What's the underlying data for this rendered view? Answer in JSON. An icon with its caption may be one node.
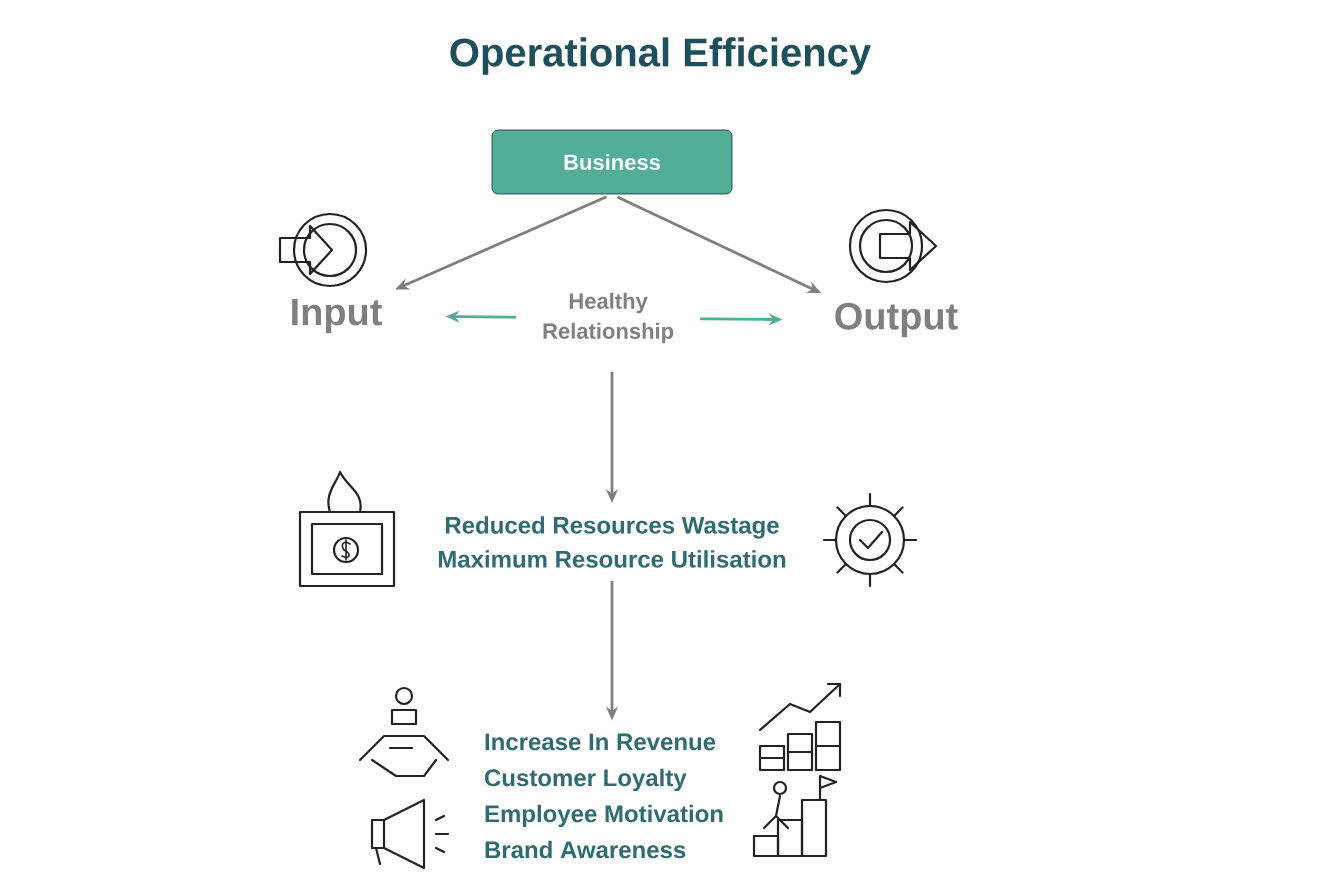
{
  "diagram": {
    "title": "Operational Efficiency",
    "nodes": [
      {
        "text": [
          "Business"
        ]
      },
      {
        "text": [
          "Input"
        ]
      },
      {
        "text": [
          "Output"
        ]
      },
      {
        "text": [
          "Reduced Resources Wastage",
          "Maximum Resource Utilisation"
        ]
      },
      {
        "text": [
          "Increase In Revenue",
          "Customer Loyalty",
          "Employee Motivation",
          "Brand Awareness"
        ]
      }
    ],
    "edges": [
      {
        "from": 0,
        "to": 1,
        "arrow": "to"
      },
      {
        "from": 0,
        "to": 2,
        "arrow": "to"
      },
      {
        "from": 1,
        "to": 2,
        "arrow": "both",
        "label": "Healthy Relationship",
        "color": "#4fae96"
      },
      {
        "from": null,
        "to": 3,
        "arrow": "to"
      },
      {
        "from": 3,
        "to": 4,
        "arrow": "to"
      }
    ]
  }
}
